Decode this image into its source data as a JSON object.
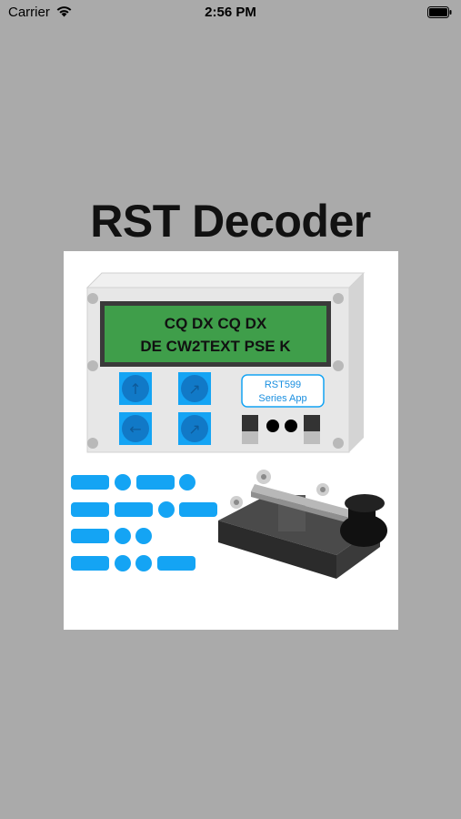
{
  "status_bar": {
    "carrier": "Carrier",
    "time": "2:56 PM"
  },
  "app": {
    "title": "RST Decoder"
  },
  "logo": {
    "display_line_1": "CQ DX CQ DX",
    "display_line_2": "DE CW2TEXT PSE K",
    "badge_line_1": "RST599",
    "badge_line_2": "Series App"
  },
  "colors": {
    "background": "#aaaaaa",
    "lcd_green": "#3f9e4a",
    "morse_blue": "#14a4f4",
    "panel_gray": "#e7e7e7"
  }
}
